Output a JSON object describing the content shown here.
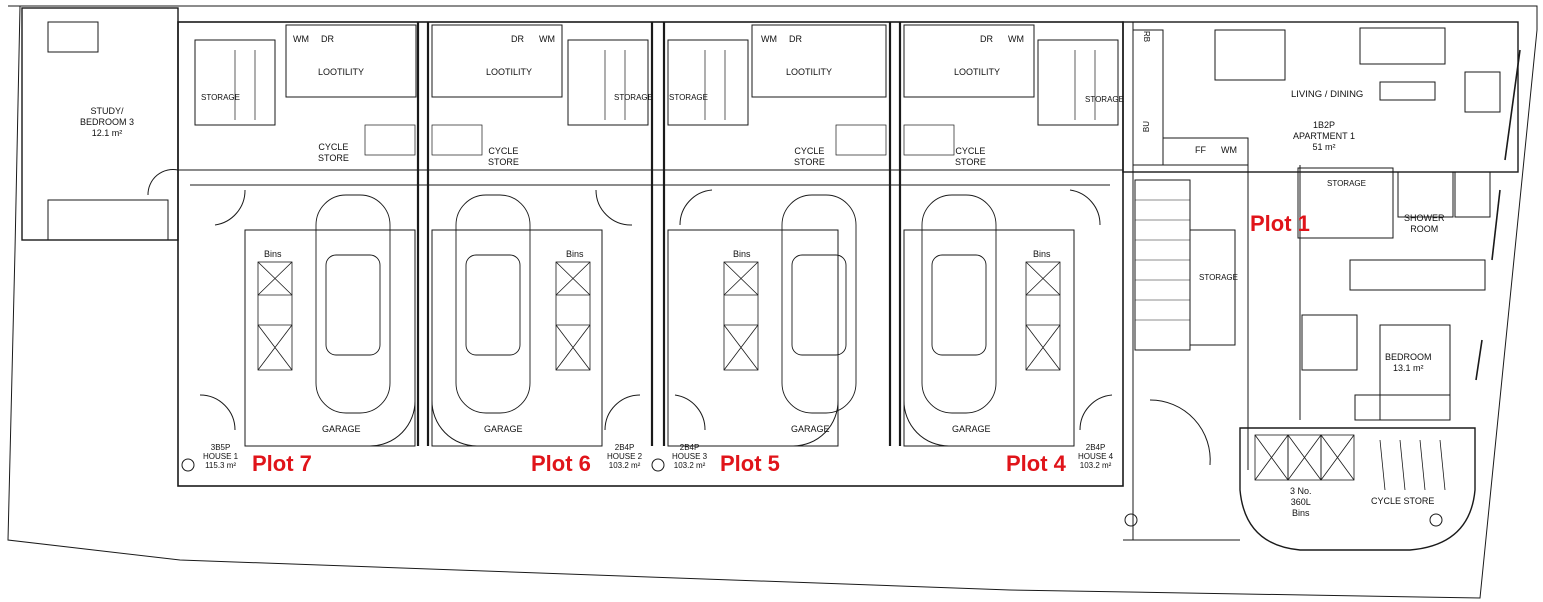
{
  "plots": [
    "Plot 7",
    "Plot 6",
    "Plot 5",
    "Plot 4",
    "Plot 1"
  ],
  "rooms": {
    "study": "STUDY/",
    "study_b": "BEDROOM 3",
    "study_area": "12.1 m²",
    "lootility": "LOOTILITY",
    "storage": "STORAGE",
    "cycle_a": "CYCLE",
    "cycle_b": "STORE",
    "garage": "GARAGE",
    "bins": "Bins",
    "wm": "WM",
    "dr": "DR",
    "ff": "FF",
    "rb": "RB",
    "bu": "BU",
    "living": "LIVING / DINING",
    "shower_a": "SHOWER",
    "shower_b": "ROOM",
    "bedroom": "BEDROOM",
    "bedroom_area": "13.1 m²",
    "cycle_store": "CYCLE STORE",
    "bins_3a": "3 No.",
    "bins_3b": "360L",
    "bins_3c": "Bins"
  },
  "houses": [
    {
      "type": "3B5P",
      "name": "HOUSE 1",
      "area": "115.3 m²"
    },
    {
      "type": "2B4P",
      "name": "HOUSE 2",
      "area": "103.2 m²"
    },
    {
      "type": "2B4P",
      "name": "HOUSE 3",
      "area": "103.2 m²"
    },
    {
      "type": "2B4P",
      "name": "HOUSE 4",
      "area": "103.2 m²"
    }
  ],
  "apartment": {
    "type": "1B2P",
    "name": "APARTMENT 1",
    "area": "51 m²"
  },
  "colors": {
    "line": "#1a1a1a",
    "plot_label": "#e0141a",
    "background": "#ffffff"
  }
}
